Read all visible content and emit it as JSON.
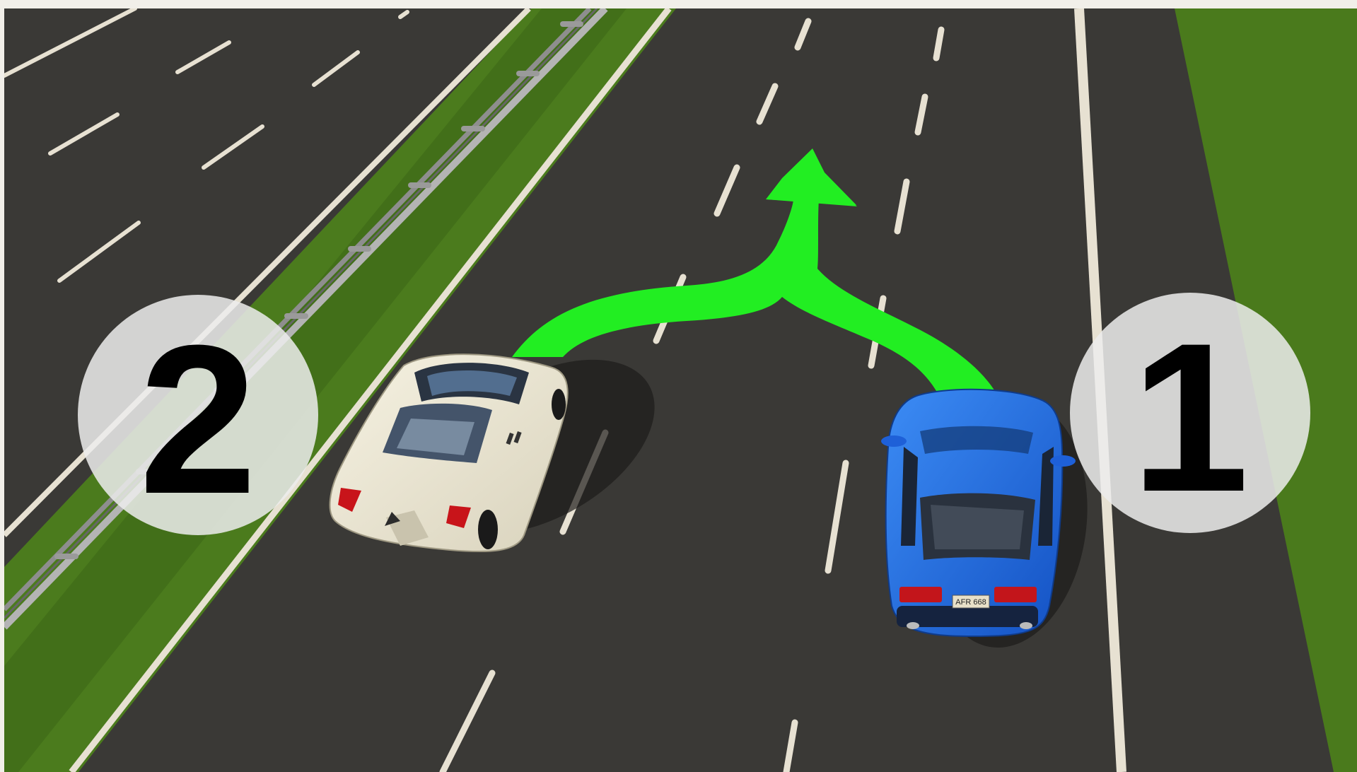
{
  "badges": {
    "left_car_number": "2",
    "right_car_number": "1"
  },
  "plate": {
    "text": "AFR 668"
  },
  "colors": {
    "road": "#3a3936",
    "grass": "#4a7a1c",
    "arrow": "#22ee22",
    "left_car": "#ede8d2",
    "right_car": "#1f6fe8",
    "lane_marking": "#e7e1d2",
    "badge_fill": "#ececec"
  }
}
